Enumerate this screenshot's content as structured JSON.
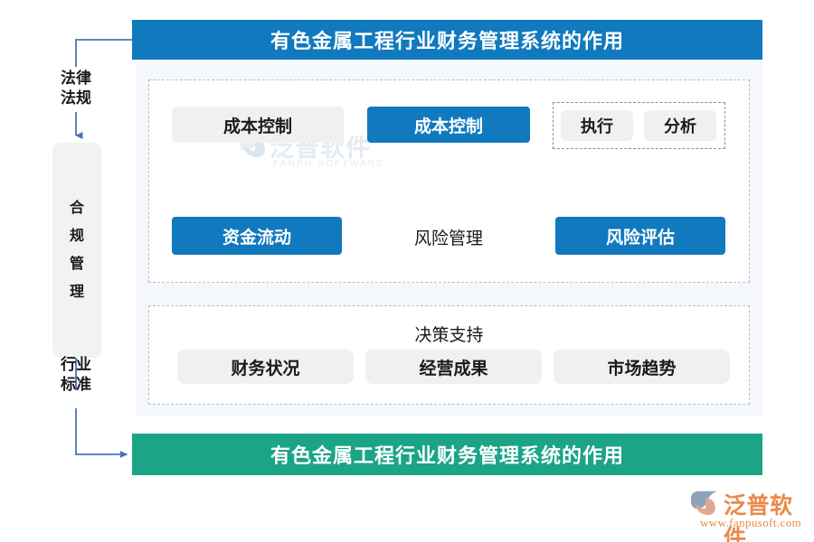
{
  "header": {
    "title": "有色金属工程行业财务管理系统的作用",
    "bg": "#1179be"
  },
  "footer": {
    "title": "有色金属工程行业财务管理系统的作用",
    "bg": "#1ba486"
  },
  "rail": {
    "top_label": "法律\n法规",
    "top_label_line1": "法律",
    "top_label_line2": "法规",
    "bottom_label_line1": "行业",
    "bottom_label_line2": "标准",
    "box_chars": [
      "合",
      "规",
      "管",
      "理"
    ],
    "box_label": "合规管理",
    "connector_color": "#4a74b8"
  },
  "process": {
    "cost_source": "成本控制",
    "cost_main": "成本控制",
    "exec": "执行",
    "analysis": "分析",
    "fund_flow": "资金流动",
    "risk_management": "风险管理",
    "risk_evaluation": "风险评估"
  },
  "decision": {
    "title": "决策支持",
    "items": [
      {
        "label": "财务状况"
      },
      {
        "label": "经营成果"
      },
      {
        "label": "市场趋势"
      }
    ]
  },
  "watermark": {
    "text": "泛普软件",
    "sub": "FANPU SOFTWARE"
  },
  "logo": {
    "text": "泛普软件",
    "url": "www.fanpusoft.com",
    "color": "#e98a4a"
  },
  "colors": {
    "accent_blue": "#1179be",
    "accent_green": "#1ba486",
    "panel_bg": "#f4f7fb",
    "node_gray": "#f0f0f0",
    "dashed_border": "#b9bcc0",
    "arrow_gray": "#666666"
  }
}
